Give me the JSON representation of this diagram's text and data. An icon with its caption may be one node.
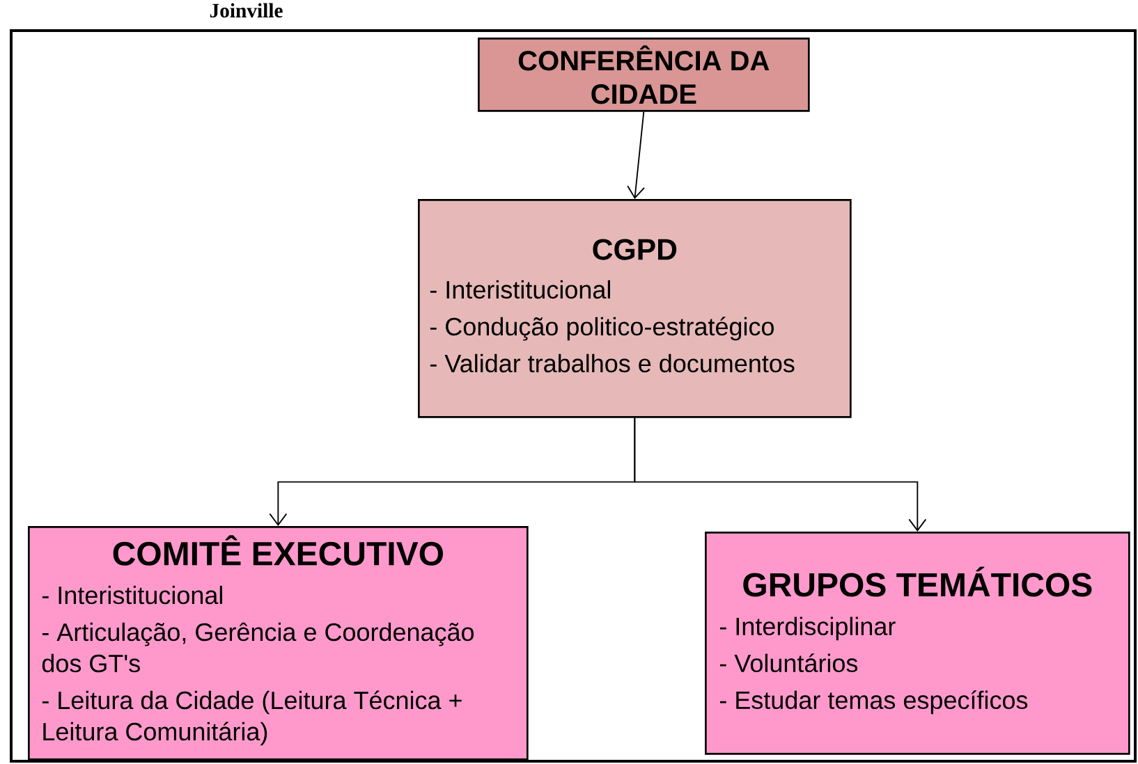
{
  "diagram": {
    "title": "Joinville",
    "nodes": [
      {
        "text": [
          "CONFERÊNCIA DA CIDADE"
        ]
      },
      {
        "text": [
          "CGPD",
          "- Interistitucional",
          "- Condução politico-estratégico",
          "- Validar trabalhos e documentos"
        ]
      },
      {
        "text": [
          "COMITÊ EXECUTIVO",
          "- Interistitucional",
          "- Articulação, Gerência e Coordenação dos GT's",
          "- Leitura da Cidade (Leitura Técnica + Leitura Comunitária)"
        ]
      },
      {
        "text": [
          "GRUPOS TEMÁTICOS",
          "- Interdisciplinar",
          "- Voluntários",
          "- Estudar temas específicos"
        ]
      }
    ],
    "edges": [
      {
        "from": 0,
        "to": 1,
        "arrow": "to"
      },
      {
        "from": 1,
        "to": 2,
        "arrow": "to"
      },
      {
        "from": 1,
        "to": 3,
        "arrow": "to"
      }
    ]
  }
}
